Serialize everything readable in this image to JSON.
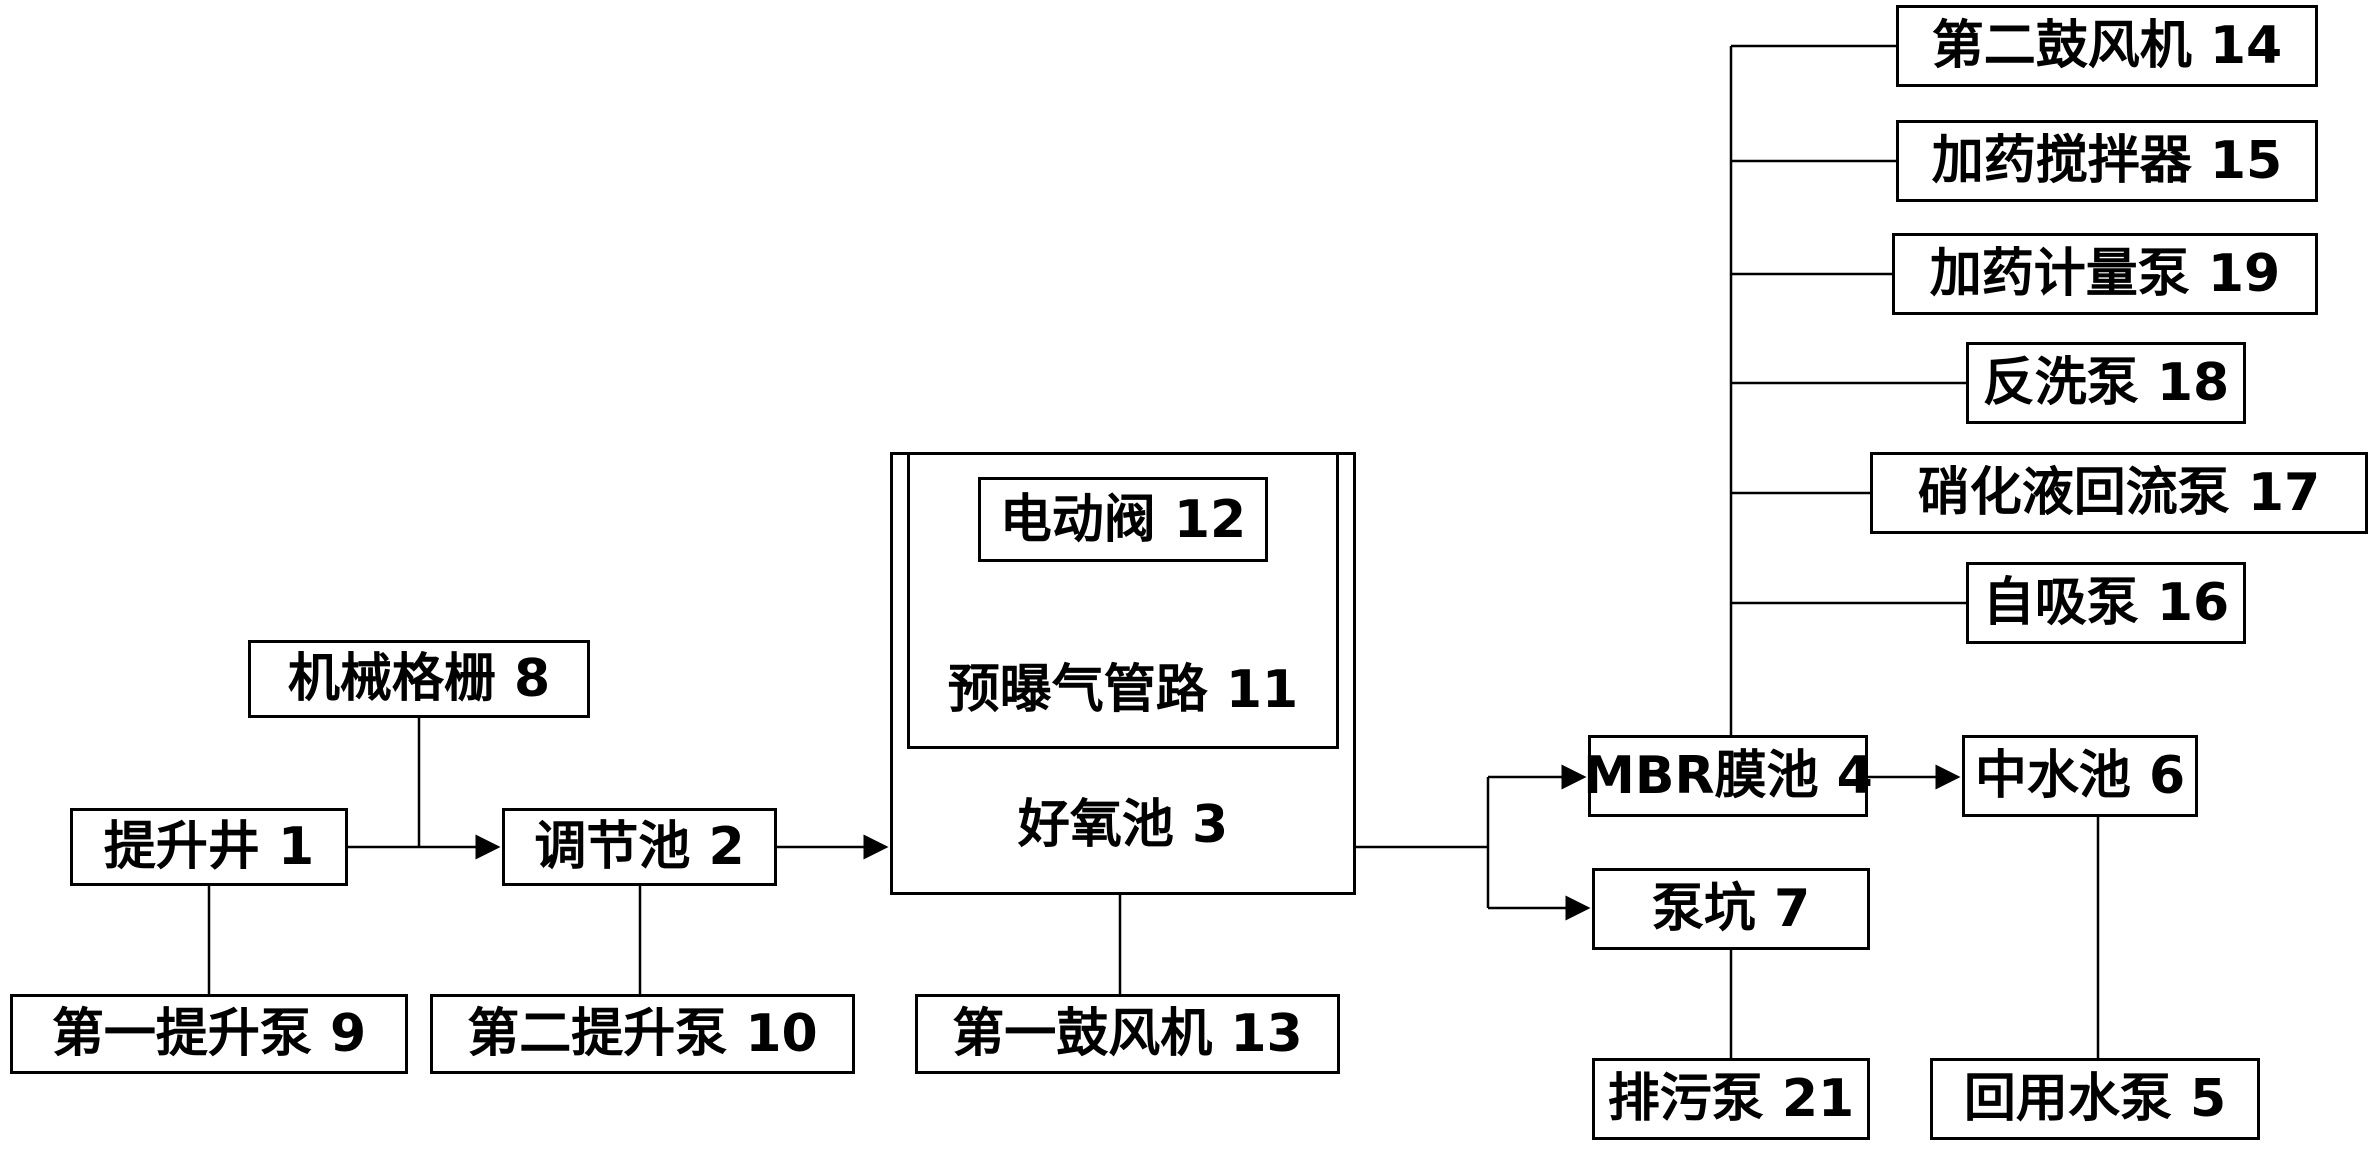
{
  "nodes": {
    "lift_well": "提升井 1",
    "regulating_tank": "调节池 2",
    "aerobic_tank": "好氧池 3",
    "mbr_tank": "MBR膜池 4",
    "reuse_pump": "回用水泵 5",
    "reclaimed_water_tank": "中水池 6",
    "pump_pit": "泵坑 7",
    "mechanical_grille": "机械格栅 8",
    "first_lift_pump": "第一提升泵 9",
    "second_lift_pump": "第二提升泵 10",
    "pre_aeration_pipe": "预曝气管路 11",
    "electric_valve": "电动阀 12",
    "first_blower": "第一鼓风机 13",
    "second_blower": "第二鼓风机 14",
    "dosing_mixer": "加药搅拌器 15",
    "self_priming_pump": "自吸泵 16",
    "nitrate_reflux_pump": "硝化液回流泵 17",
    "backwash_pump": "反洗泵 18",
    "dosing_metering_pump": "加药计量泵 19",
    "sewage_pump": "排污泵 21"
  },
  "line_color": "#000000"
}
